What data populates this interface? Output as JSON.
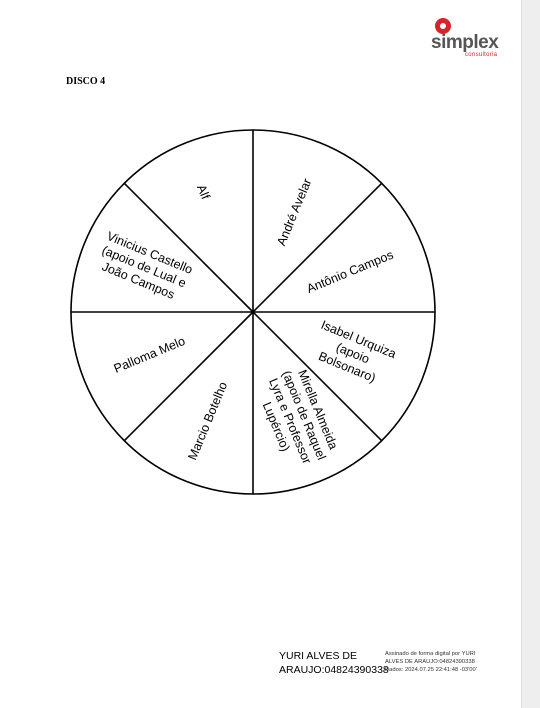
{
  "header": {
    "logo_word": "simplex",
    "logo_sub": "consultoria",
    "disco_title": "DISCO 4"
  },
  "wheel": {
    "slices": [
      {
        "lines": [
          "André Avelar"
        ]
      },
      {
        "lines": [
          "Antônio Campos"
        ]
      },
      {
        "lines": [
          "Isabel Urquiza",
          "(apoio",
          "Bolsonaro)"
        ]
      },
      {
        "lines": [
          "Mirella Almeida",
          "(apoio de Raquel",
          "Lyra e Professor",
          "Lupércio)"
        ]
      },
      {
        "lines": [
          "Marcio Botelho"
        ]
      },
      {
        "lines": [
          "Palloma Melo"
        ]
      },
      {
        "lines": [
          "Vinicius Castello",
          "(apoio de Lual e",
          "João Campos"
        ]
      },
      {
        "lines": [
          "Alf"
        ]
      }
    ]
  },
  "signature": {
    "name_line1": "YURI ALVES DE",
    "name_line2": "ARAUJO:04824390338",
    "detail_line1": "Assinado de forma digital por YURI",
    "detail_line2": "ALVES DE ARAUJO:04824390338",
    "detail_line3": "Dados: 2024.07.25 22:41:48 -03'00'"
  }
}
